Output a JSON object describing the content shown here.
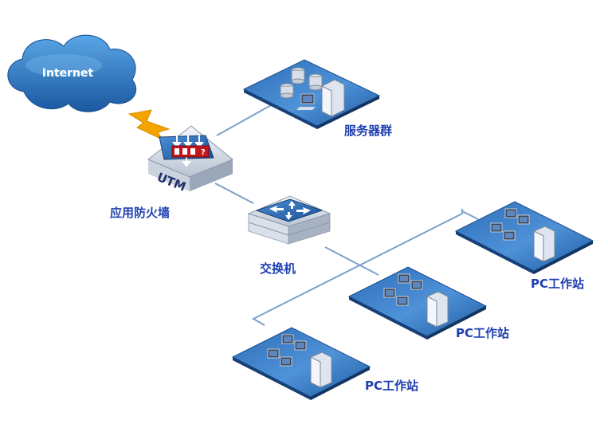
{
  "nodes": {
    "internet": {
      "label": "Internet"
    },
    "utm": {
      "label": "UTM",
      "caption": "应用防火墙"
    },
    "server_group": {
      "label": "服务器群"
    },
    "switch": {
      "label": "交换机"
    },
    "workstations": [
      {
        "label": "PC工作站"
      },
      {
        "label": "PC工作站"
      },
      {
        "label": "PC工作站"
      }
    ]
  },
  "colors": {
    "link": "#7da0cc",
    "cloud": "#2a6fb5",
    "label": "#1f3fb0",
    "lightning": "#f5a400"
  }
}
